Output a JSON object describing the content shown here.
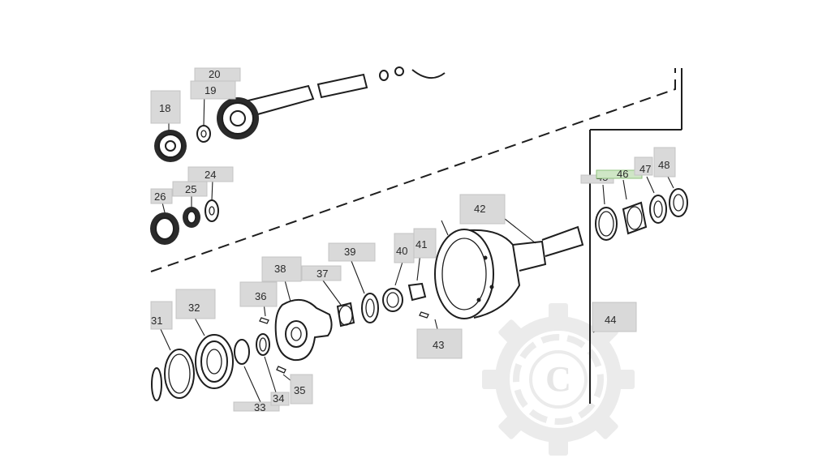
{
  "figure": {
    "callouts": [
      {
        "id": "c18",
        "text": "18"
      },
      {
        "id": "c19",
        "text": "19"
      },
      {
        "id": "c20",
        "text": "20"
      },
      {
        "id": "c24",
        "text": "24"
      },
      {
        "id": "c25",
        "text": "25"
      },
      {
        "id": "c26",
        "text": "26"
      },
      {
        "id": "c31",
        "text": "31"
      },
      {
        "id": "c32",
        "text": "32"
      },
      {
        "id": "c33",
        "text": "33"
      },
      {
        "id": "c34",
        "text": "34"
      },
      {
        "id": "c35",
        "text": "35"
      },
      {
        "id": "c36",
        "text": "36"
      },
      {
        "id": "c37",
        "text": "37"
      },
      {
        "id": "c38",
        "text": "38"
      },
      {
        "id": "c39",
        "text": "39"
      },
      {
        "id": "c40",
        "text": "40"
      },
      {
        "id": "c41",
        "text": "41"
      },
      {
        "id": "c42",
        "text": "42"
      },
      {
        "id": "c43",
        "text": "43"
      },
      {
        "id": "c44",
        "text": "44"
      },
      {
        "id": "c45",
        "text": "45"
      },
      {
        "id": "c46",
        "text": "46"
      },
      {
        "id": "c47",
        "text": "47"
      },
      {
        "id": "c48",
        "text": "48"
      }
    ],
    "highlighted_callout": "46",
    "watermark": {
      "symbol": "C",
      "icon": "gear-copyright-watermark"
    },
    "colors": {
      "label_box": "#d9d9d9",
      "highlight_box": "#cfe6c6",
      "line": "#1e1e1e",
      "watermark": "#e3e3e3"
    }
  }
}
